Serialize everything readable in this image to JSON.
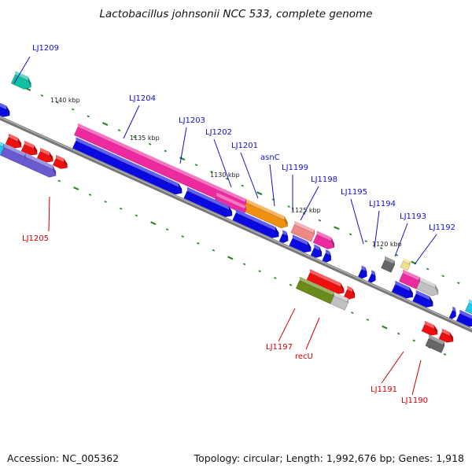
{
  "title": "Lactobacillus johnsonii NCC 533, complete genome",
  "footer": {
    "accession": "Accession: NC_005362",
    "summary": "Topology: circular; Length: 1,992,676 bp; Genes: 1,918"
  },
  "colors": {
    "backbone": "#777777",
    "tick": "#2a8a2a",
    "forward_label": "#1010c8",
    "reverse_label": "#d00000",
    "gene_blue": "#0a0ae0",
    "gene_magenta": "#ee2aa0",
    "gene_red": "#ee1010",
    "gene_orange": "#f09010",
    "gene_salmon": "#f08888",
    "gene_olive": "#6a8a1a",
    "gene_gray": "#c0c0c0",
    "gene_darkgray": "#666666",
    "gene_yellow": "#f0e090",
    "gene_teal": "#10c0a0",
    "gene_cyan": "#20c8e8",
    "gene_purple": "#6a5ad0"
  },
  "kbp_labels": [
    "1140 kbp",
    "1135 kbp",
    "1130 kbp",
    "1125 kbp",
    "1120 kbp"
  ],
  "forward_gene_labels": [
    "LJ1209",
    "LJ1204",
    "LJ1203",
    "LJ1202",
    "LJ1201",
    "asnC",
    "LJ1199",
    "LJ1198",
    "LJ1195",
    "LJ1194",
    "LJ1193",
    "LJ1192"
  ],
  "reverse_gene_labels": [
    "LJ1205",
    "LJ1197",
    "recU",
    "LJ1191",
    "LJ1190"
  ]
}
